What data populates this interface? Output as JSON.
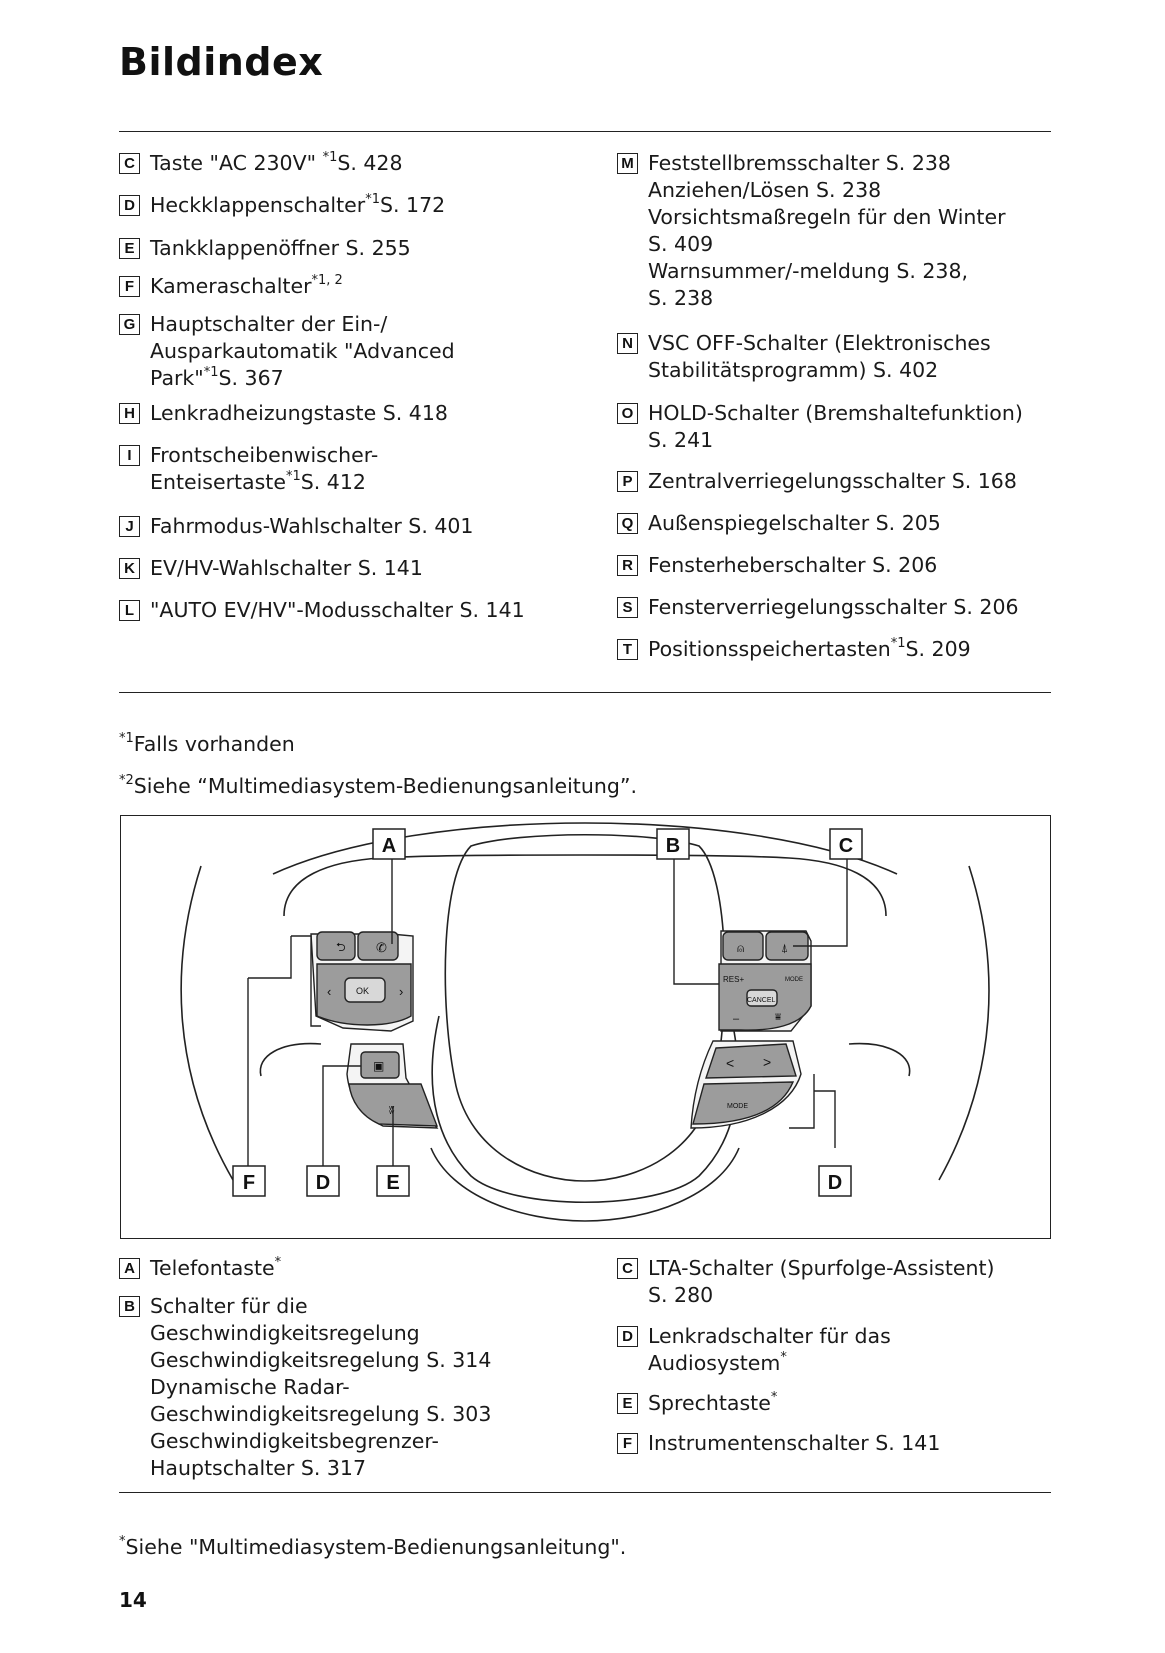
{
  "page": {
    "title": "Bildindex",
    "page_number": "14"
  },
  "top_left": [
    {
      "letter": "C",
      "lines": [
        {
          "pre": "Taste \"AC 230V\" ",
          "sup": "*1",
          "post": "S. 428"
        }
      ]
    },
    {
      "letter": "D",
      "lines": [
        {
          "pre": "Heckklappenschalter",
          "sup": "*1",
          "post": "S. 172"
        }
      ]
    },
    {
      "letter": "E",
      "lines": [
        {
          "pre": "Tankklappenöffner S. 255"
        }
      ]
    },
    {
      "letter": "F",
      "lines": [
        {
          "pre": "Kameraschalter",
          "sup": "*1, 2"
        }
      ]
    },
    {
      "letter": "G",
      "lines": [
        {
          "pre": "Hauptschalter der Ein-/"
        },
        {
          "pre": "Ausparkautomatik \"Advanced"
        },
        {
          "pre": "Park\"",
          "sup": "*1",
          "post": "S. 367"
        }
      ]
    },
    {
      "letter": "H",
      "lines": [
        {
          "pre": "Lenkradheizungstaste S. 418"
        }
      ]
    },
    {
      "letter": "I",
      "lines": [
        {
          "pre": "Frontscheibenwischer-"
        },
        {
          "pre": "Enteisertaste",
          "sup": "*1",
          "post": "S. 412"
        }
      ]
    },
    {
      "letter": "J",
      "lines": [
        {
          "pre": "Fahrmodus-Wahlschalter S. 401"
        }
      ]
    },
    {
      "letter": "K",
      "lines": [
        {
          "pre": "EV/HV-Wahlschalter S. 141"
        }
      ]
    },
    {
      "letter": "L",
      "lines": [
        {
          "pre": "\"AUTO EV/HV\"-Modusschalter S. 141"
        }
      ]
    }
  ],
  "top_right": [
    {
      "letter": "M",
      "lines": [
        {
          "pre": "Feststellbremsschalter S. 238"
        },
        {
          "pre": "Anziehen/Lösen S. 238"
        },
        {
          "pre": "Vorsichtsmaßregeln für den Winter"
        },
        {
          "pre": "S. 409"
        },
        {
          "pre": "Warnsummer/-meldung S. 238,"
        },
        {
          "pre": "S. 238"
        }
      ]
    },
    {
      "letter": "N",
      "lines": [
        {
          "pre": "VSC OFF-Schalter (Elektronisches"
        },
        {
          "pre": "Stabilitätsprogramm) S. 402"
        }
      ]
    },
    {
      "letter": "O",
      "lines": [
        {
          "pre": "HOLD-Schalter (Bremshaltefunktion)"
        },
        {
          "pre": "S. 241"
        }
      ]
    },
    {
      "letter": "P",
      "lines": [
        {
          "pre": "Zentralverriegelungsschalter S. 168"
        }
      ]
    },
    {
      "letter": "Q",
      "lines": [
        {
          "pre": "Außenspiegelschalter S. 205"
        }
      ]
    },
    {
      "letter": "R",
      "lines": [
        {
          "pre": "Fensterheberschalter S. 206"
        }
      ]
    },
    {
      "letter": "S",
      "lines": [
        {
          "pre": "Fensterverriegelungsschalter S. 206"
        }
      ]
    },
    {
      "letter": "T",
      "lines": [
        {
          "pre": "Positionsspeichertasten",
          "sup": "*1",
          "post": "S. 209"
        }
      ]
    }
  ],
  "footnotes_top": [
    {
      "sup": "*1",
      "text": "Falls vorhanden"
    },
    {
      "sup": "*2",
      "text": "Siehe “Multimediasystem-Bedienungsanleitung”."
    }
  ],
  "figure": {
    "callouts": [
      "A",
      "B",
      "C",
      "F",
      "D",
      "E",
      "D"
    ],
    "button_labels": {
      "ok": "OK",
      "res": "RES+",
      "minus": "–",
      "cancel": "CANCEL",
      "mode_small": "MODE",
      "mode": "MODE",
      "prev": "<",
      "next": ">"
    }
  },
  "bottom_left": [
    {
      "letter": "A",
      "lines": [
        {
          "pre": "Telefontaste",
          "sup": "*"
        }
      ]
    },
    {
      "letter": "B",
      "lines": [
        {
          "pre": "Schalter für die"
        },
        {
          "pre": "Geschwindigkeitsregelung"
        },
        {
          "pre": "Geschwindigkeitsregelung S. 314"
        },
        {
          "pre": "Dynamische Radar-"
        },
        {
          "pre": "Geschwindigkeitsregelung S. 303"
        },
        {
          "pre": "Geschwindigkeitsbegrenzer-"
        },
        {
          "pre": "Hauptschalter S. 317"
        }
      ]
    }
  ],
  "bottom_right": [
    {
      "letter": "C",
      "lines": [
        {
          "pre": "LTA-Schalter (Spurfolge-Assistent)"
        },
        {
          "pre": "S. 280"
        }
      ]
    },
    {
      "letter": "D",
      "lines": [
        {
          "pre": "Lenkradschalter für das"
        },
        {
          "pre": "Audiosystem",
          "sup": "*"
        }
      ]
    },
    {
      "letter": "E",
      "lines": [
        {
          "pre": "Sprechtaste",
          "sup": "*"
        }
      ]
    },
    {
      "letter": "F",
      "lines": [
        {
          "pre": "Instrumentenschalter S. 141"
        }
      ]
    }
  ],
  "footnote_bottom": {
    "sup": "*",
    "text": "Siehe \"Multimediasystem-Bedienungsanleitung\"."
  }
}
